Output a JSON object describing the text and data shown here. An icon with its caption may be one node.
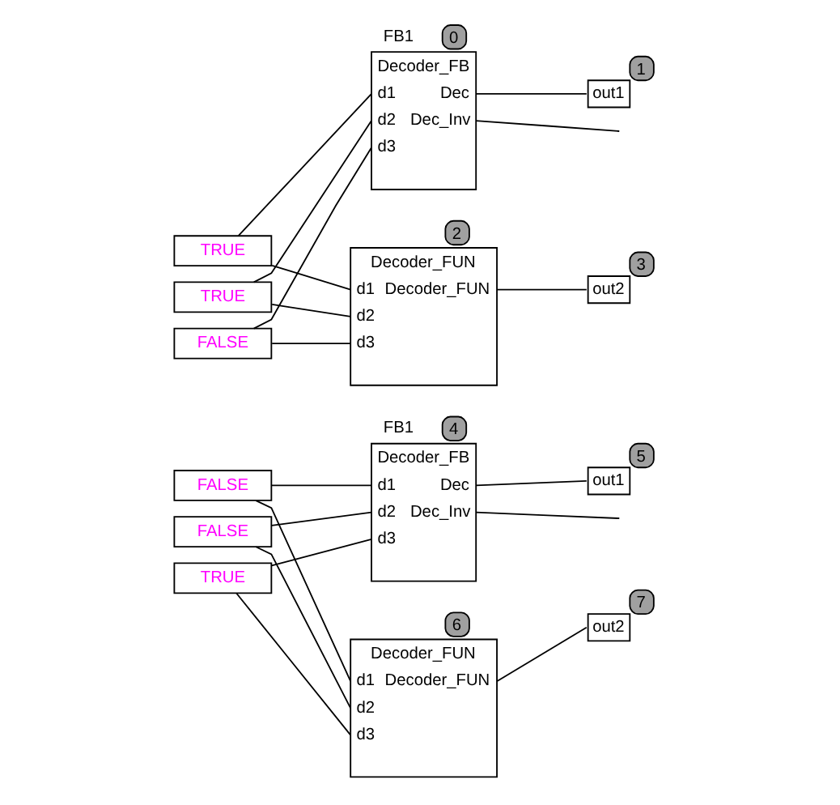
{
  "diagram": {
    "nodes": [
      {
        "text": [
          "FB1",
          "Decoder_FB",
          "0",
          "d1",
          "d2",
          "d3",
          "Dec",
          "Dec_Inv"
        ]
      },
      {
        "text": [
          "out1",
          "1"
        ]
      },
      {
        "text": [
          "TRUE"
        ]
      },
      {
        "text": [
          "TRUE"
        ]
      },
      {
        "text": [
          "FALSE"
        ]
      },
      {
        "text": [
          "Decoder_FUN",
          "2",
          "d1",
          "d2",
          "d3",
          "Decoder_FUN"
        ]
      },
      {
        "text": [
          "out2",
          "3"
        ]
      },
      {
        "text": [
          "FB1",
          "Decoder_FB",
          "4",
          "d1",
          "d2",
          "d3",
          "Dec",
          "Dec_Inv"
        ]
      },
      {
        "text": [
          "out1",
          "5"
        ]
      },
      {
        "text": [
          "FALSE"
        ]
      },
      {
        "text": [
          "FALSE"
        ]
      },
      {
        "text": [
          "TRUE"
        ]
      },
      {
        "text": [
          "Decoder_FUN",
          "6",
          "d1",
          "d2",
          "d3",
          "Decoder_FUN"
        ]
      },
      {
        "text": [
          "out2",
          "7"
        ]
      }
    ],
    "edges": [
      {
        "from": 2,
        "to": 0,
        "arrow": "none"
      },
      {
        "from": 2,
        "to": 5,
        "arrow": "none"
      },
      {
        "from": 3,
        "to": 0,
        "arrow": "none"
      },
      {
        "from": 3,
        "to": 5,
        "arrow": "none"
      },
      {
        "from": 4,
        "to": 0,
        "arrow": "none"
      },
      {
        "from": 4,
        "to": 5,
        "arrow": "none"
      },
      {
        "from": 0,
        "to": 1,
        "arrow": "none"
      },
      {
        "from": 0,
        "to": null,
        "arrow": "none"
      },
      {
        "from": 5,
        "to": 6,
        "arrow": "none"
      },
      {
        "from": 9,
        "to": 7,
        "arrow": "none"
      },
      {
        "from": 9,
        "to": 12,
        "arrow": "none"
      },
      {
        "from": 10,
        "to": 7,
        "arrow": "none"
      },
      {
        "from": 10,
        "to": 12,
        "arrow": "none"
      },
      {
        "from": 11,
        "to": 7,
        "arrow": "none"
      },
      {
        "from": 11,
        "to": 12,
        "arrow": "none"
      },
      {
        "from": 7,
        "to": 8,
        "arrow": "none"
      },
      {
        "from": 7,
        "to": null,
        "arrow": "none"
      },
      {
        "from": 12,
        "to": 13,
        "arrow": "none"
      }
    ]
  }
}
